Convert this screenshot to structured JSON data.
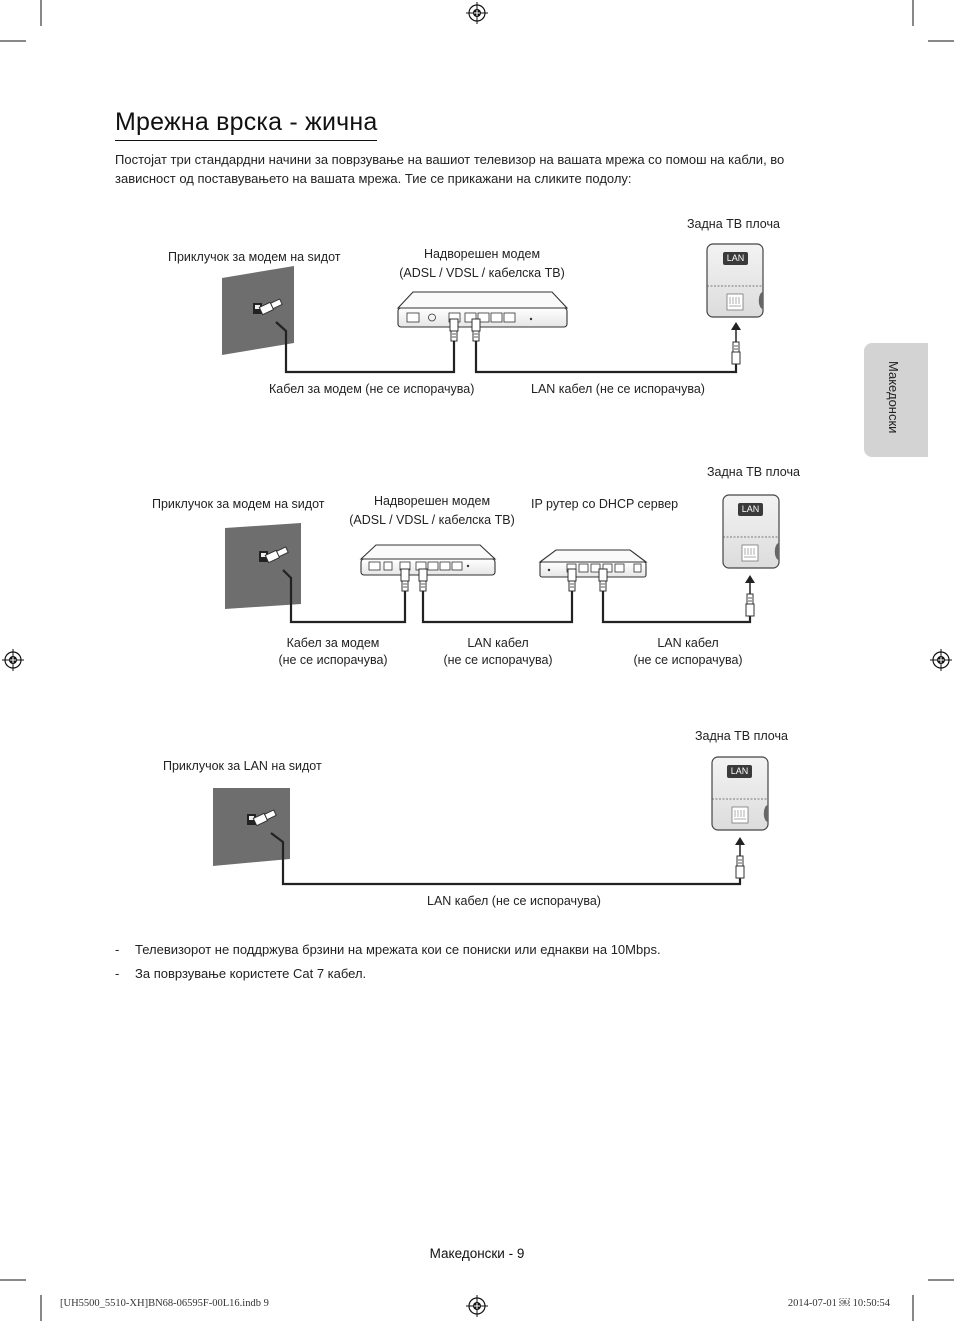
{
  "page": {
    "title": "Мрежна врска - жична",
    "intro": "Постојат три стандардни начини за поврзување на вашиот телевизор на вашата мрежа со помош на кабли, во зависност од поставувањето на вашата мрежа. Тие се прикажани на сликите подолу:",
    "side_tab": "Македонски"
  },
  "diagram1": {
    "wall_label": "Приклучок за модем на ѕидот",
    "modem_label_1": "Надворешен модем",
    "modem_label_2": "(ADSL / VDSL / кабелска ТВ)",
    "tv_label": "Задна ТВ плоча",
    "lan_badge": "LAN",
    "cable_modem": "Кабел за модем (не се испорачува)",
    "cable_lan": "LAN кабел (не се испорачува)"
  },
  "diagram2": {
    "wall_label": "Приклучок за модем на ѕидот",
    "modem_label_1": "Надворешен модем",
    "modem_label_2": "(ADSL / VDSL / кабелска ТВ)",
    "router_label": "IP рутер со DHCP сервер",
    "tv_label": "Задна ТВ плоча",
    "lan_badge": "LAN",
    "cable1_1": "Кабел за модем",
    "cable1_2": "(не се испорачува)",
    "cable2_1": "LAN кабел",
    "cable2_2": "(не се испорачува)",
    "cable3_1": "LAN кабел",
    "cable3_2": "(не се испорачува)"
  },
  "diagram3": {
    "wall_label": "Приклучок за LAN на ѕидот",
    "tv_label": "Задна ТВ плоча",
    "lan_badge": "LAN",
    "cable_lan": "LAN кабел (не се испорачува)"
  },
  "notes": [
    {
      "dash": "-",
      "text": "Телевизорот не поддржува брзини на мрежата кои се пониски или еднакви на 10Mbps."
    },
    {
      "dash": "-",
      "text": "За поврзување користете Cat 7 кабел."
    }
  ],
  "footer": {
    "page_label": "Македонски - 9",
    "file_info": "[UH5500_5510-XH]BN68-06595F-00L16.indb   9",
    "timestamp": "2014-07-01   ￼ 10:50:54"
  }
}
